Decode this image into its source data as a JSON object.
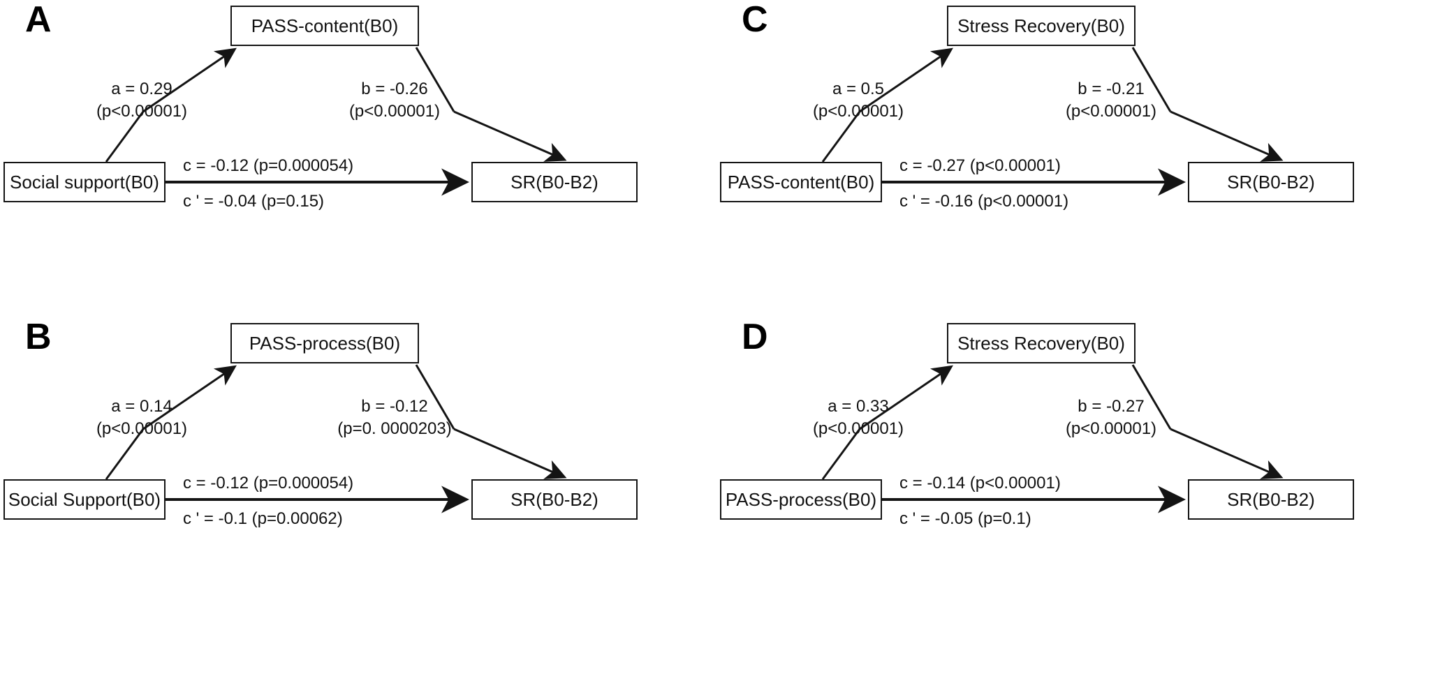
{
  "figure": {
    "type": "mediation-path-diagrams",
    "panel_count": 4,
    "line_color": "#141414",
    "background": "#ffffff"
  },
  "panels": [
    {
      "letter": "A",
      "mediator": "PASS-content(B0)",
      "predictor": "Social support(B0)",
      "outcome": "SR(B0-B2)",
      "path_a": {
        "coefficient": "a = 0.29",
        "pvalue": "(p<0.00001)"
      },
      "path_b": {
        "coefficient": "b = -0.26",
        "pvalue": "(p<0.00001)"
      },
      "path_c": "c = -0.12 (p=0.000054)",
      "path_c_prime": "c ' = -0.04 (p=0.15)"
    },
    {
      "letter": "B",
      "mediator": "PASS-process(B0)",
      "predictor": "Social Support(B0)",
      "outcome": "SR(B0-B2)",
      "path_a": {
        "coefficient": "a = 0.14",
        "pvalue": "(p<0.00001)"
      },
      "path_b": {
        "coefficient": "b = -0.12",
        "pvalue": "(p=0. 0000203)"
      },
      "path_c": "c = -0.12 (p=0.000054)",
      "path_c_prime": "c ' = -0.1 (p=0.00062)"
    },
    {
      "letter": "C",
      "mediator": "Stress Recovery(B0)",
      "predictor": "PASS-content(B0)",
      "outcome": "SR(B0-B2)",
      "path_a": {
        "coefficient": "a = 0.5",
        "pvalue": "(p<0.00001)"
      },
      "path_b": {
        "coefficient": "b = -0.21",
        "pvalue": "(p<0.00001)"
      },
      "path_c": "c = -0.27 (p<0.00001)",
      "path_c_prime": "c ' = -0.16 (p<0.00001)"
    },
    {
      "letter": "D",
      "mediator": "Stress Recovery(B0)",
      "predictor": "PASS-process(B0)",
      "outcome": "SR(B0-B2)",
      "path_a": {
        "coefficient": "a = 0.33",
        "pvalue": "(p<0.00001)"
      },
      "path_b": {
        "coefficient": "b = -0.27",
        "pvalue": "(p<0.00001)"
      },
      "path_c": "c = -0.14 (p<0.00001)",
      "path_c_prime": "c ' = -0.05 (p=0.1)"
    }
  ]
}
